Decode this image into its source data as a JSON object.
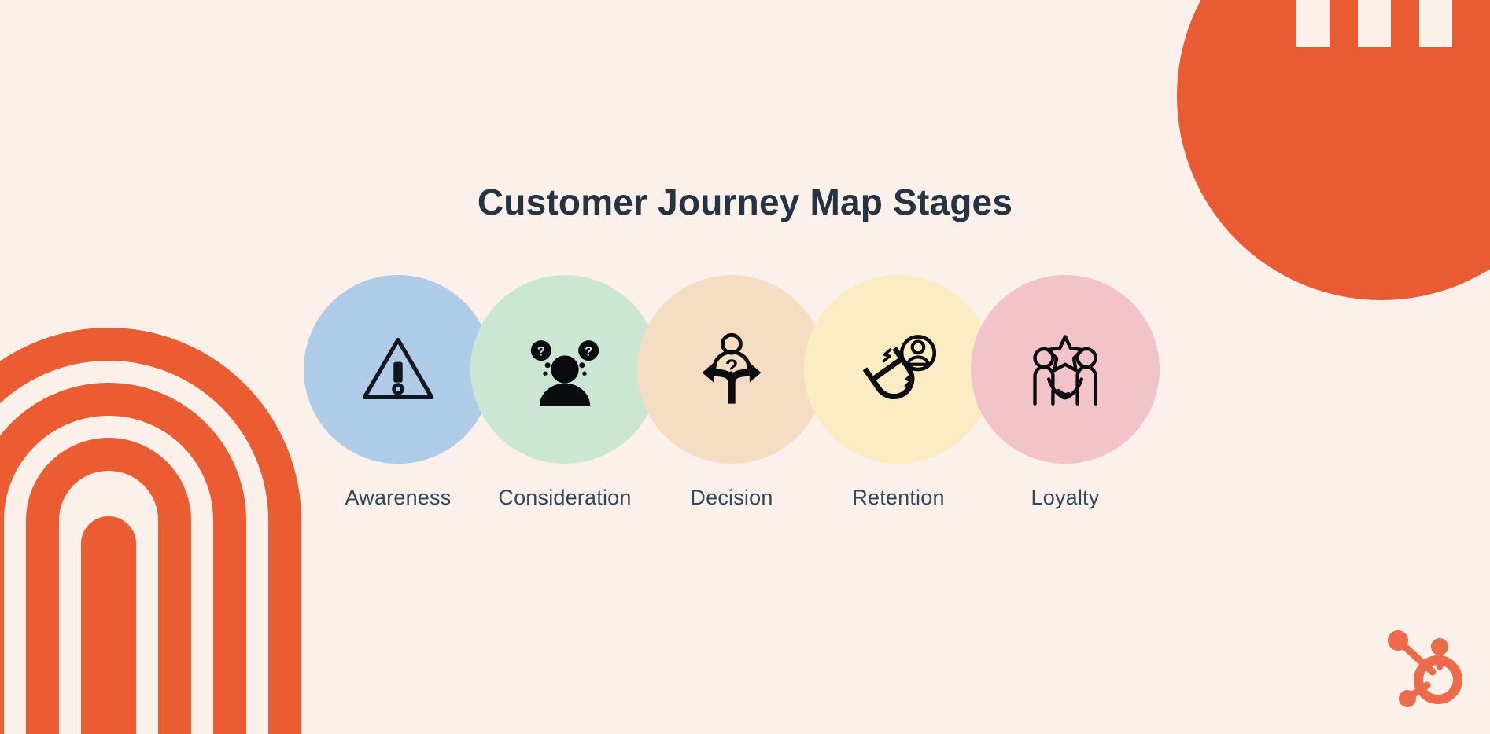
{
  "page": {
    "title": "Customer Journey Map Stages",
    "background_color": "#fbf1ea",
    "title_color": "#253342",
    "label_color": "#33475b",
    "brand_color": "#f0562c"
  },
  "decorations": {
    "rainbow": {
      "name": "rainbow-arcs-decoration",
      "color": "#ec5c32",
      "arc_count": 4
    },
    "corner_circle": {
      "name": "corner-circle-decoration",
      "color": "#e95c33",
      "stripe_color": "#fbf1ea",
      "stripe_count": 3
    },
    "logo": {
      "name": "hubspot-sprocket-logo",
      "color": "#ed6b4a"
    }
  },
  "stages": [
    {
      "label": "Awareness",
      "color": "#aecbe7",
      "icon": "warning-triangle-icon",
      "order": 1
    },
    {
      "label": "Consideration",
      "color": "#cbe7d4",
      "icon": "person-question-bubbles-icon",
      "order": 2
    },
    {
      "label": "Decision",
      "color": "#f5ddc3",
      "icon": "decision-fork-arrows-icon",
      "order": 3
    },
    {
      "label": "Retention",
      "color": "#fbecc3",
      "icon": "magnet-customer-icon",
      "order": 4
    },
    {
      "label": "Loyalty",
      "color": "#f2c4c9",
      "icon": "handshake-star-icon",
      "order": 5
    }
  ]
}
